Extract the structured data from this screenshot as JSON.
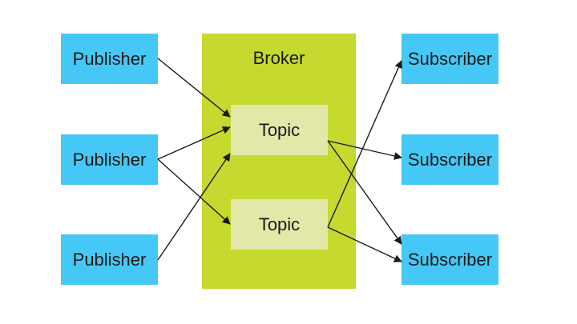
{
  "colors": {
    "publisher": "#45c8f5",
    "subscriber": "#45c8f5",
    "broker": "#c5d92e",
    "topic": "#e2e8a8",
    "edge": "#1a1a1a"
  },
  "broker": {
    "label": "Broker"
  },
  "publishers": [
    {
      "label": "Publisher"
    },
    {
      "label": "Publisher"
    },
    {
      "label": "Publisher"
    }
  ],
  "topics": [
    {
      "label": "Topic"
    },
    {
      "label": "Topic"
    }
  ],
  "subscribers": [
    {
      "label": "Subscriber"
    },
    {
      "label": "Subscriber"
    },
    {
      "label": "Subscriber"
    }
  ],
  "connections": [
    {
      "from": "publishers.0",
      "to": "topics.0"
    },
    {
      "from": "publishers.1",
      "to": "topics.0"
    },
    {
      "from": "publishers.1",
      "to": "topics.1"
    },
    {
      "from": "publishers.2",
      "to": "topics.0"
    },
    {
      "from": "topics.0",
      "to": "subscribers.1"
    },
    {
      "from": "topics.0",
      "to": "subscribers.2"
    },
    {
      "from": "topics.1",
      "to": "subscribers.0"
    },
    {
      "from": "topics.1",
      "to": "subscribers.2"
    }
  ]
}
